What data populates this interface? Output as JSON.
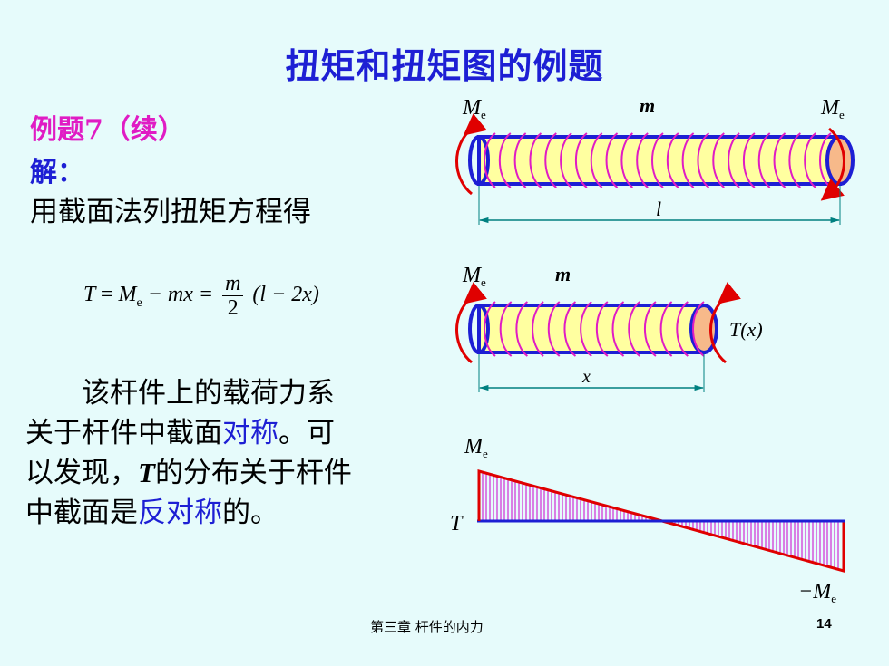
{
  "slide": {
    "title": "扭矩和扭矩图的例题",
    "example_title": "例题7（续）",
    "solution_label": "解：",
    "method_line": "用截面法列扭矩方程得",
    "formula": {
      "lhs": "T",
      "eq1": "=",
      "Me_symbol": "M",
      "Me_sub": "e",
      "minus_mx": "− mx =",
      "frac_num": "m",
      "frac_den": "2",
      "paren": "(l − 2x)"
    },
    "paragraph": {
      "p1": "该杆件上的载荷力系",
      "p2a": "关于杆件中截面",
      "p2b": "对称",
      "p2c": "。可",
      "p3a": "以发现，",
      "p3b": "T",
      "p3c": "的分布关于杆件",
      "p4a": "中截面是",
      "p4b": "反对称",
      "p4c": "的。"
    },
    "footer": {
      "chapter": "第三章  杆件的内力",
      "page": "14"
    }
  },
  "diagram": {
    "top_bar": {
      "left_moment": "M",
      "left_sub": "e",
      "dist_load": "m",
      "right_moment": "M",
      "right_sub": "e",
      "length": "l"
    },
    "mid_bar": {
      "moment": "M",
      "moment_sub": "e",
      "dist_load": "m",
      "torque": "T(x)",
      "length": "x"
    },
    "torque_plot": {
      "top_label": "M",
      "top_sub": "e",
      "axis_label": "T",
      "bottom_label": "−M",
      "bottom_sub": "e"
    },
    "colors": {
      "bar_fill": "#ffffa0",
      "bar_outline": "#1d1fd4",
      "load_arrows": "#e01cc4",
      "end_moment": "#e00000",
      "hatch": "#cc00cc",
      "axis": "#1d1fd4",
      "dim_line": "#008080",
      "section_face": "#f7b98a"
    }
  }
}
